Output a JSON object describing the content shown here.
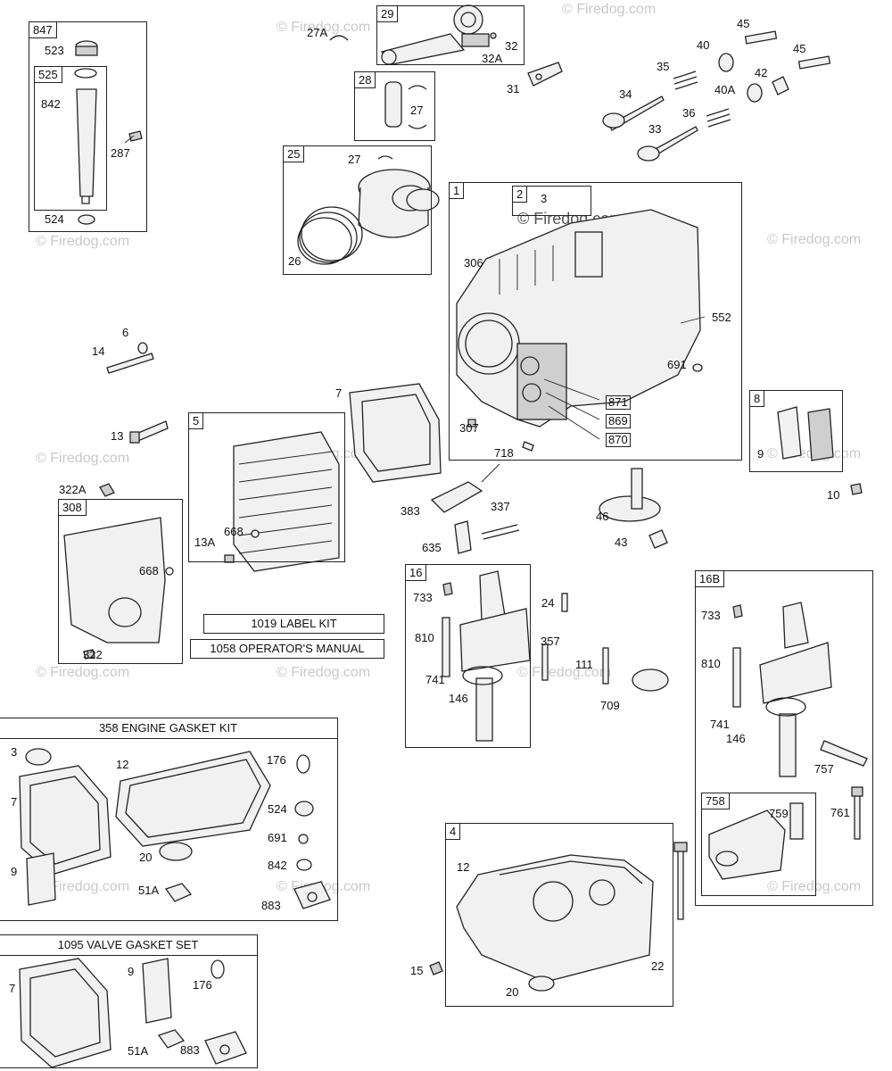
{
  "watermark": "© Firedog.com",
  "groups": [
    {
      "id": "847",
      "inner": [
        "525"
      ]
    },
    {
      "id": "29"
    },
    {
      "id": "28"
    },
    {
      "id": "25"
    },
    {
      "id": "1",
      "inner": [
        "2"
      ]
    },
    {
      "id": "8"
    },
    {
      "id": "5"
    },
    {
      "id": "308"
    },
    {
      "id": "16"
    },
    {
      "id": "16B",
      "inner": [
        "758"
      ]
    },
    {
      "id": "4"
    }
  ],
  "kits": {
    "engine_gasket_kit": "358 ENGINE GASKET KIT",
    "valve_gasket_set": "1095 VALVE GASKET SET",
    "label_kit": "1019 LABEL KIT",
    "operators_manual": "1058 OPERATOR'S MANUAL"
  },
  "labels": {
    "g847": "847",
    "g525": "525",
    "p523": "523",
    "p842a": "842",
    "p287": "287",
    "p524a": "524",
    "g29": "29",
    "p27A": "27A",
    "p32": "32",
    "p32A": "32A",
    "p31": "31",
    "g28": "28",
    "p27a": "27",
    "g25": "25",
    "p27b": "27",
    "p26": "26",
    "p45a": "45",
    "p40": "40",
    "p45b": "45",
    "p35": "35",
    "p42": "42",
    "p40A": "40A",
    "p34": "34",
    "p36": "36",
    "p33": "33",
    "g1": "1",
    "g2": "2",
    "p3a": "3",
    "p306": "306",
    "p552": "552",
    "p691a": "691",
    "p871": "871",
    "p869": "869",
    "p870": "870",
    "p307": "307",
    "p718": "718",
    "p6": "6",
    "p14": "14",
    "p7a": "7",
    "p13": "13",
    "g5": "5",
    "p13A": "13A",
    "p668a": "668",
    "g8": "8",
    "p9a": "9",
    "p10": "10",
    "p322A": "322A",
    "g308": "308",
    "p668b": "668",
    "p322": "322",
    "p383": "383",
    "p337": "337",
    "p635": "635",
    "p46": "46",
    "p43": "43",
    "g16": "16",
    "p733a": "733",
    "p810a": "810",
    "p741a": "741",
    "p146a": "146",
    "p24": "24",
    "p357": "357",
    "p111": "111",
    "p709": "709",
    "g16B": "16B",
    "p733b": "733",
    "p810b": "810",
    "p741b": "741",
    "p146b": "146",
    "p757": "757",
    "g758": "758",
    "p759": "759",
    "p761": "761",
    "k3": "3",
    "k12": "12",
    "k176a": "176",
    "k7": "7",
    "k524": "524",
    "k691": "691",
    "k20": "20",
    "k842": "842",
    "k9": "9",
    "k51Aa": "51A",
    "k883a": "883",
    "v7": "7",
    "v9": "9",
    "v176": "176",
    "v51A": "51A",
    "v883": "883",
    "g4": "4",
    "p12": "12",
    "p15": "15",
    "p22": "22",
    "p20": "20"
  }
}
